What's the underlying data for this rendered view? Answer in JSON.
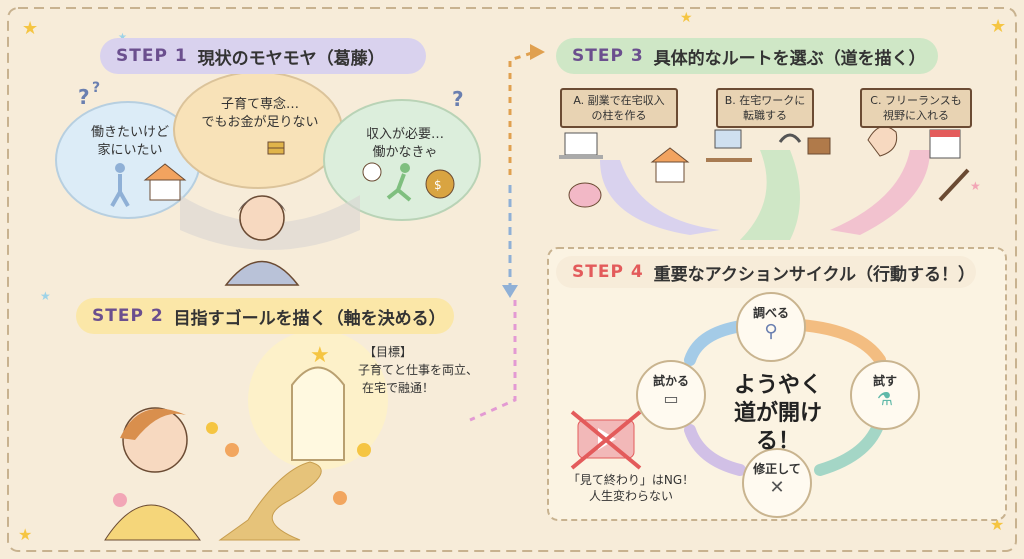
{
  "step1": {
    "step": "STEP 1",
    "title": "現状のモヤモヤ（葛藤）",
    "thoughts": [
      "働きたいけど\n家にいたい",
      "子育て専念…\nでもお金が足りない",
      "収入が必要…\n働かなきゃ"
    ]
  },
  "step2": {
    "step": "STEP 2",
    "title": "目指すゴールを描く（軸を決める）",
    "goal_heading": "【目標】",
    "goal_lines": [
      "子育てと仕事を両立、",
      "在宅で融通！"
    ]
  },
  "step3": {
    "step": "STEP 3",
    "title": "具体的なルートを選ぶ（道を描く）",
    "routes": [
      "A. 副業で在宅収入\nの柱を作る",
      "B. 在宅ワークに\n転職する",
      "C. フリーランスも\n視野に入れる"
    ]
  },
  "step4": {
    "step": "STEP 4",
    "title": "重要なアクションサイクル（行動する！）",
    "cycle": [
      "調べる",
      "試す",
      "修正して",
      "試かる"
    ],
    "center": "ようやく\n道が開ける！",
    "warning": "「見て終わり」はNG！\n人生変わらない"
  },
  "colors": {
    "background": "#f7ecd9",
    "step_text": "#6b4f8e",
    "pill1": "#d9d2ee",
    "pill2": "#fbe7a8",
    "pill3": "#cfe7c6",
    "pill4": "#f7ecd9",
    "road": "#d9b87a",
    "red": "#e35b5b"
  }
}
